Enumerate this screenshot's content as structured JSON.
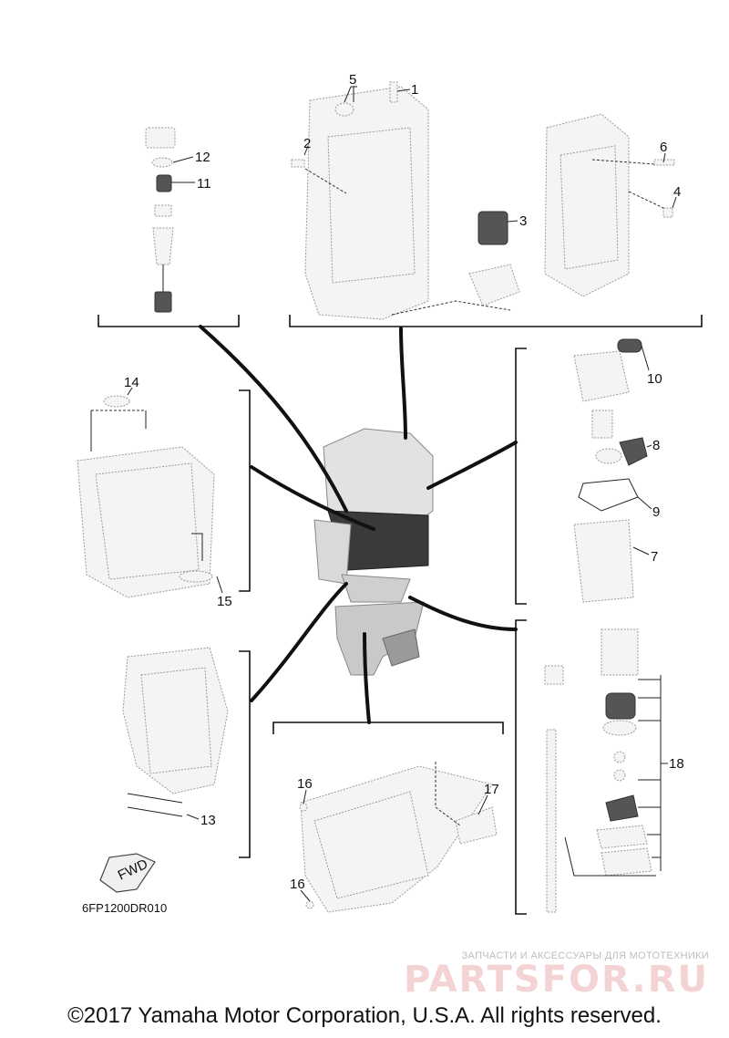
{
  "callouts": {
    "p1": "1",
    "p2": "2",
    "p3": "3",
    "p4": "4",
    "p5": "5",
    "p6": "6",
    "p7": "7",
    "p8": "8",
    "p9": "9",
    "p10": "10",
    "p11": "11",
    "p12": "12",
    "p13": "13",
    "p14": "14",
    "p15": "15",
    "p16a": "16",
    "p16b": "16",
    "p17": "17",
    "p18": "18"
  },
  "fwd_label": "FWD",
  "diagram_code": "6FP1200DR010",
  "watermark": {
    "subtitle": "ЗАПЧАСТИ И АКСЕССУАРЫ ДЛЯ МОТОТЕХНИКИ",
    "brand": "PARTSFOR.RU"
  },
  "copyright": "©2017 Yamaha Motor Corporation, U.S.A. All rights reserved.",
  "colors": {
    "watermark": "#f3d3d3",
    "outline": "#9a9a9a",
    "ink": "#111111"
  }
}
